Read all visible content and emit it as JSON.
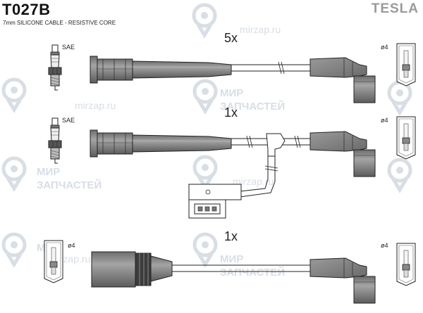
{
  "header": {
    "part_number": "T027B",
    "subtitle": "7mm SILICONE CABLE - RESISTIVE CORE",
    "brand": "TESLA"
  },
  "sets": [
    {
      "quantity": "5x",
      "left_terminal": "SAE",
      "right_terminal": "ø4"
    },
    {
      "quantity": "1x",
      "left_terminal": "SAE",
      "right_terminal": "ø4"
    },
    {
      "quantity": "1x",
      "left_terminal": "ø4",
      "right_terminal": "ø4"
    }
  ],
  "watermark": {
    "url": "mirzap.ru",
    "line1": "МИР",
    "line2": "ЗАПЧАСТЕЙ"
  },
  "colors": {
    "boot_fill": "#8c8c8c",
    "boot_dark": "#5a5a5a",
    "outline": "#222222",
    "watermark": "#d8dee4"
  }
}
